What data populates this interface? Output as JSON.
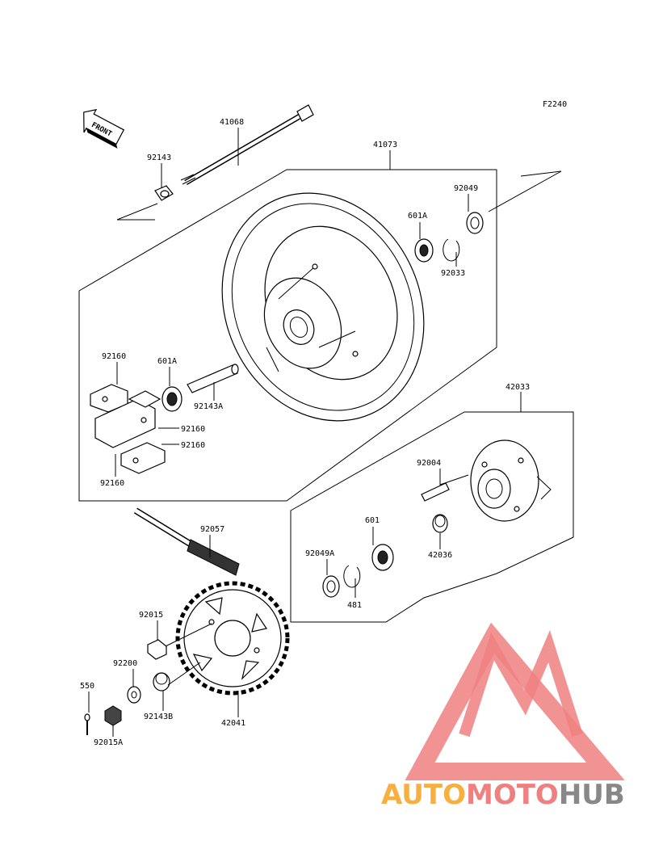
{
  "figure_code": "F2240",
  "front_label": "FRONT",
  "parts": {
    "p41068": "41068",
    "p41073": "41073",
    "p92143": "92143",
    "p92049": "92049",
    "p601A_top": "601A",
    "p92033": "92033",
    "p92160_a": "92160",
    "p601A_left": "601A",
    "p92143A": "92143A",
    "p92160_b": "92160",
    "p92160_c": "92160",
    "p92160_d": "92160",
    "p42033": "42033",
    "p92004": "92004",
    "p92057": "92057",
    "p601": "601",
    "p92049A": "92049A",
    "p42036": "42036",
    "p481": "481",
    "p92015": "92015",
    "p92200": "92200",
    "p550": "550",
    "p92143B": "92143B",
    "p42041": "42041",
    "p92015A": "92015A"
  },
  "watermark": {
    "part1": "AUTO",
    "part2": "MOTO",
    "part3": "HUB",
    "colors": {
      "triangle": "#f08080",
      "auto": "#f5b041",
      "moto": "#f08080",
      "hub": "#888888"
    }
  }
}
